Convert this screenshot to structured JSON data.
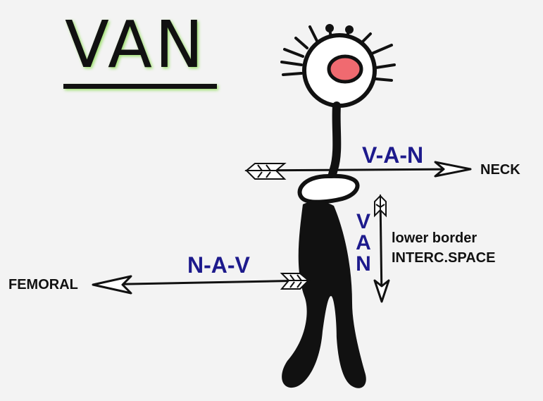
{
  "title": "VAN",
  "labels": {
    "neck_order": "V-A-N",
    "neck": "NECK",
    "femoral_order": "N-A-V",
    "femoral": "FEMORAL",
    "intercostal_letters": [
      "V",
      "A",
      "N"
    ],
    "lower_border": "lower border",
    "interc_space": "INTERC.SPACE"
  },
  "colors": {
    "background": "#f3f3f3",
    "ink": "#111111",
    "label_blue": "#1d1a8c",
    "eye_pupil": "#f06a70",
    "title_glow": "#9be06a"
  }
}
